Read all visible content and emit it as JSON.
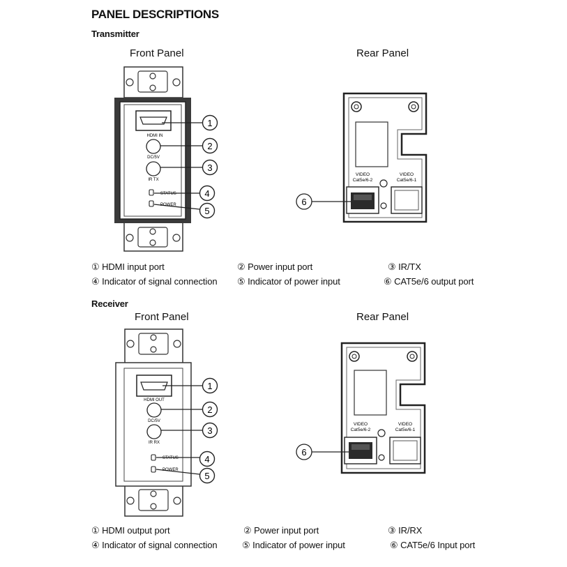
{
  "page_title": "PANEL DESCRIPTIONS",
  "transmitter": {
    "heading": "Transmitter",
    "front_title": "Front Panel",
    "rear_title": "Rear Panel",
    "front_labels": {
      "hdmi": "HDMI IN",
      "dc": "DC/5V",
      "ir": "IR TX",
      "status": "STATUS",
      "power": "POWER"
    },
    "rear_labels": {
      "left_top": "VIDEO",
      "left_bottom": "Cat5e/6-2",
      "right_top": "VIDEO",
      "right_bottom": "Cat5e/6-1"
    },
    "callouts": [
      "1",
      "2",
      "3",
      "4",
      "5",
      "6"
    ],
    "descriptions": [
      "① HDMI input port",
      "② Power input port",
      "③ IR/TX",
      "④ Indicator of signal connection",
      "⑤ Indicator of power input",
      "⑥ CAT5e/6 output port"
    ]
  },
  "receiver": {
    "heading": "Receiver",
    "front_title": "Front Panel",
    "rear_title": "Rear Panel",
    "front_labels": {
      "hdmi": "HDMI OUT",
      "dc": "DC/5V",
      "ir": "IR RX",
      "status": "STATUS",
      "power": "POWER"
    },
    "rear_labels": {
      "left_top": "VIDEO",
      "left_bottom": "Cat5e/6-2",
      "right_top": "VIDEO",
      "right_bottom": "Cat5e/6-1"
    },
    "callouts": [
      "1",
      "2",
      "3",
      "4",
      "5",
      "6"
    ],
    "descriptions": [
      "① HDMI output port",
      "② Power input port",
      "③ IR/RX",
      "④ Indicator of signal connection",
      "⑤ Indicator of power input",
      "⑥ CAT5e/6 Input port"
    ]
  }
}
